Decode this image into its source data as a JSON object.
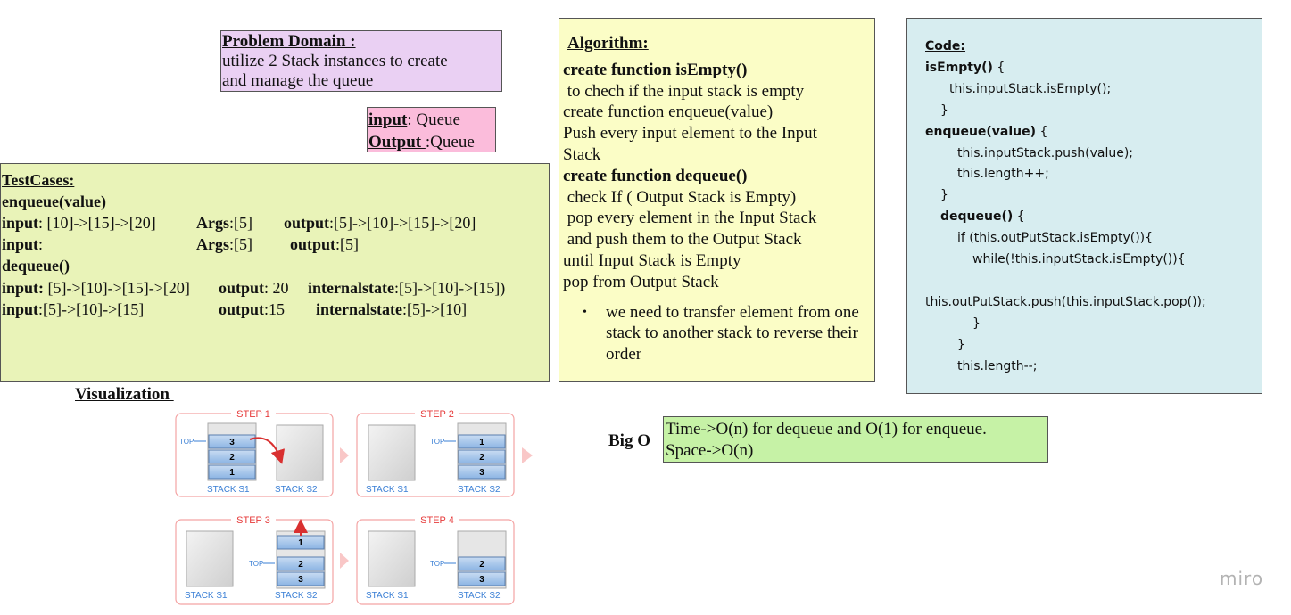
{
  "problem": {
    "title": "Problem Domain :",
    "lines": [
      "utilize 2 Stack instances to create",
      "and manage the queue"
    ]
  },
  "io": {
    "input_label": "input",
    "input_value": ": Queue",
    "output_label": "Output ",
    "output_value": ":Queue"
  },
  "tests": {
    "title": "TestCases:",
    "enqueue_header": "enqueue(value)",
    "row1": {
      "k1": "input",
      "v1": ": [10]->[15]->[20]",
      "k2": "Args",
      "v2": ":[5]",
      "k3": "output",
      "v3": ":[5]->[10]->[15]->[20]"
    },
    "row2": {
      "k1": "input",
      "v1": ":",
      "k2": "Args",
      "v2": ":[5]",
      "k3": "output",
      "v3": ":[5]"
    },
    "dequeue_header": "dequeue()",
    "row3": {
      "k1": "input:",
      "v1": " [5]->[10]->[15]->[20]",
      "k2": "output",
      "v2": ": 20",
      "k3": "internalstate",
      "v3": ":[5]->[10]->[15])"
    },
    "row4": {
      "k1": "input",
      "v1": ":[5]->[10]->[15]",
      "k2": "output",
      "v2": ":15",
      "k3": "internalstate",
      "v3": ":[5]->[10]"
    }
  },
  "algorithm": {
    "title": "Algorithm:",
    "l1": "create function isEmpty()",
    "l2": " to chech if the input stack is empty",
    "l3": "create function enqueue(value)",
    "l4": "Push every input element to the Input",
    "l5": "Stack",
    "l6": "create function dequeue()",
    "l7": " check If ( Output Stack is Empty)",
    "l8": " pop every element in the Input Stack",
    "l9": " and push them to the Output Stack",
    "l10": "until Input Stack is Empty",
    "l11": "pop from Output Stack",
    "bullet": "we need to transfer element from one stack to another stack to reverse their order"
  },
  "code": {
    "title": "Code:",
    "isempty_sig": "isEmpty()",
    "isempty_brace": " {",
    "c1": "this.inputStack.isEmpty();",
    "c2": "}",
    "enqueue_sig": "enqueue(value)",
    "enqueue_brace": " {",
    "c3": "this.inputStack.push(value);",
    "c4": "this.length++;",
    "c5": "}",
    "dequeue_sig": "dequeue()",
    "dequeue_brace": " {",
    "c6": "if (this.outPutStack.isEmpty()){",
    "c7": "while(!this.inputStack.isEmpty()){",
    "c8": "this.outPutStack.push(this.inputStack.pop());",
    "c9": "}",
    "c10": "}",
    "c11": "this.length--;"
  },
  "visualization": {
    "title": "Visualization ",
    "steps": [
      "STEP 1",
      "STEP 2",
      "STEP 3",
      "STEP 4"
    ],
    "top_label": "TOP",
    "stack_s1": "STACK S1",
    "stack_s2": "STACK S2",
    "step1_s1": [
      "3",
      "2",
      "1"
    ],
    "step2_s2": [
      "1",
      "2",
      "3"
    ],
    "step3_s2": [
      "1",
      "2",
      "3"
    ],
    "step4_s2": [
      "2",
      "3"
    ],
    "colors": {
      "frame": "#f4a3a3",
      "step_text": "#e63b3b",
      "cell": "#9ec3ea",
      "stack_text": "#3a7fd5",
      "arrow": "#d93030"
    }
  },
  "bigo": {
    "label": "Big O",
    "line1": "Time->O(n) for dequeue and O(1) for enqueue.",
    "line2": "Space->O(n)"
  },
  "watermark": "miro"
}
